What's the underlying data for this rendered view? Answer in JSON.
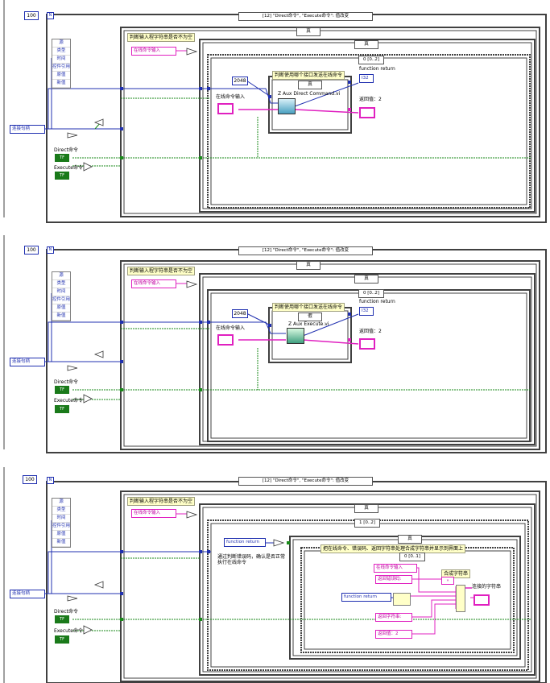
{
  "panels": [
    {
      "id": "panel1",
      "loop_count": "100",
      "case_selector": "[12] \"Direct命令\", \"Execute命令\": 值改变",
      "unbundle_items": [
        "源",
        "类型",
        "时间",
        "控件引用",
        "原值",
        "新值"
      ],
      "comment_check": "判断输入程字符串是否不为空",
      "case_true": "真",
      "case_true_inner": "真",
      "sequence_frame": "0 [0..2]",
      "string_control": "在线命令输入",
      "comment_which_port": "判断使用哪个接口发送在线命令",
      "case_inner2": "真",
      "const_2048": "2048",
      "subvi_label": "Z Aux Direct Command.vi",
      "online_cmd_label": "在线命令输入",
      "function_return_label": "function return",
      "fr_value": "I32",
      "return_value_label": "返回值：2",
      "connect_handle": "连接句柄",
      "direct_label": "Direct命令",
      "execute_label": "Execute命令",
      "tf": "TF"
    },
    {
      "id": "panel2",
      "loop_count": "100",
      "case_selector": "[12] \"Direct命令\", \"Execute命令\": 值改变",
      "unbundle_items": [
        "源",
        "类型",
        "时间",
        "控件引用",
        "原值",
        "新值"
      ],
      "comment_check": "判断输入程字符串是否不为空",
      "case_true": "真",
      "case_true_inner": "真",
      "sequence_frame": "0 [0..2]",
      "string_control": "在线命令输入",
      "comment_which_port": "判断使用哪个接口发送在线命令",
      "case_inner2": "假",
      "const_2048": "2048",
      "subvi_label": "Z Aux Execute.vi",
      "online_cmd_label": "在线命令输入",
      "function_return_label": "function return",
      "fr_value": "I32",
      "return_value_label": "返回值：2",
      "connect_handle": "连接句柄",
      "direct_label": "Direct命令",
      "execute_label": "Execute命令",
      "tf": "TF"
    },
    {
      "id": "panel3",
      "loop_count": "100",
      "case_selector": "[12] \"Direct命令\", \"Execute命令\": 值改变",
      "unbundle_items": [
        "源",
        "类型",
        "时间",
        "控件引用",
        "原值",
        "新值"
      ],
      "comment_check": "判断输入程字符串是否不为空",
      "case_true": "真",
      "sequence_frame": "1 [0..2]",
      "string_control": "在线命令输入",
      "function_return_ctl": "function return",
      "comment_judge": "通过判断错误码，确认是否正常执行在线命令",
      "case_inner": "真",
      "comment_concat": "把在线命令、错误码、返回字符串处理合成字符串并显示到界面上",
      "sequence_inner": "0 [0..1]",
      "online_cmd": "在线命令输入",
      "return_error_code": "返回错误码:",
      "function_return_ctl2": "function return",
      "return_string": "返回字符串:",
      "return_value": "返回值：2",
      "concat_label": "合成字符串",
      "concat_result": "连接的字符串",
      "connect_handle": "连接句柄",
      "direct_label": "Direct命令",
      "execute_label": "Execute命令",
      "tf": "TF"
    }
  ],
  "colors": {
    "string_wire": "#e020c0",
    "int_wire": "#2030b0",
    "bool_wire": "#1a8a1a",
    "frame": "#404040"
  }
}
